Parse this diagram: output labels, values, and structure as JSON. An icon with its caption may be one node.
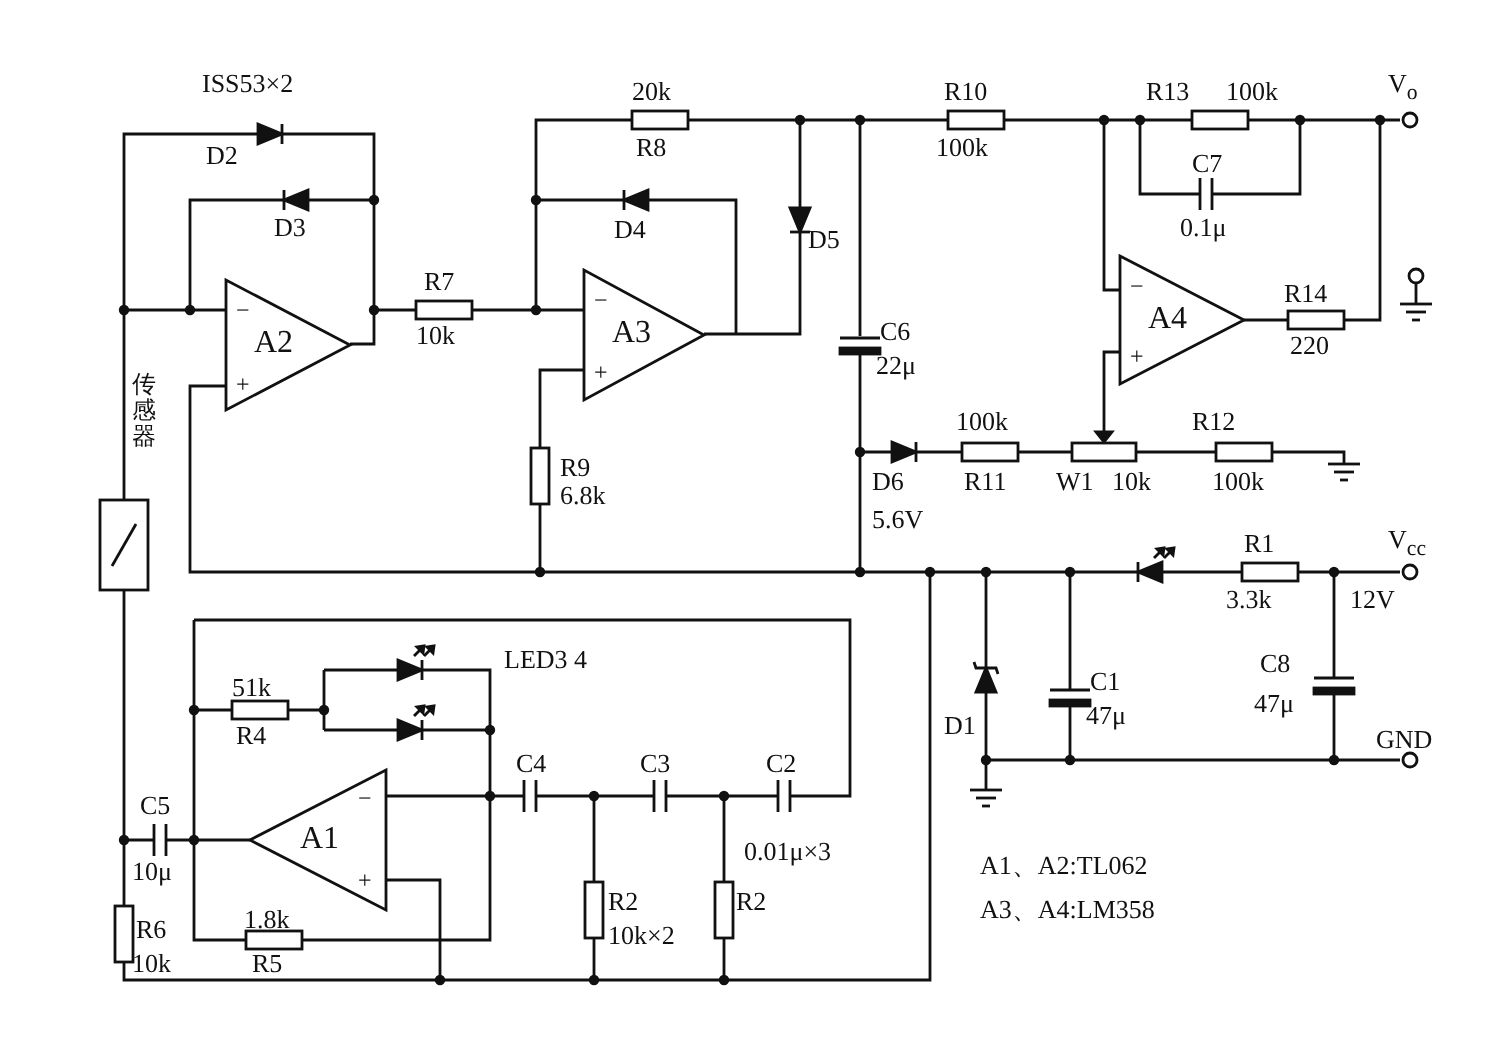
{
  "diagram": {
    "labels": [
      "ISS53×2",
      "20k",
      "R10",
      "R13",
      "100k",
      "V$_{o}$",
      "D2",
      "R8",
      "100k",
      "C7",
      "D3",
      "D4",
      "D5",
      "0.1μ",
      "R7",
      "R14",
      "−",
      "−",
      "−",
      "A2",
      "10k",
      "A3",
      "C6",
      "A4",
      "220",
      "+",
      "+",
      "22μ",
      "+",
      "传感器",
      "100k",
      "R12",
      "R9",
      "6.8k",
      "D6",
      "R11",
      "W1",
      "10k",
      "100k",
      "5.6V",
      "R1",
      "V$_{cc}$",
      "3.3k",
      "12V",
      "51k",
      "LED3 4",
      "C1",
      "C8",
      "47μ",
      "47μ",
      "D1",
      "R4",
      "GND",
      "C4",
      "C3",
      "C2",
      "C5",
      "−",
      "A1",
      "10μ",
      "+",
      "0.01μ×3",
      "A1、A2:TL062",
      "R2",
      "R2",
      "A3、A4:LM358",
      "R6",
      "1.8k",
      "10k×2",
      "10k",
      "R5"
    ]
  }
}
